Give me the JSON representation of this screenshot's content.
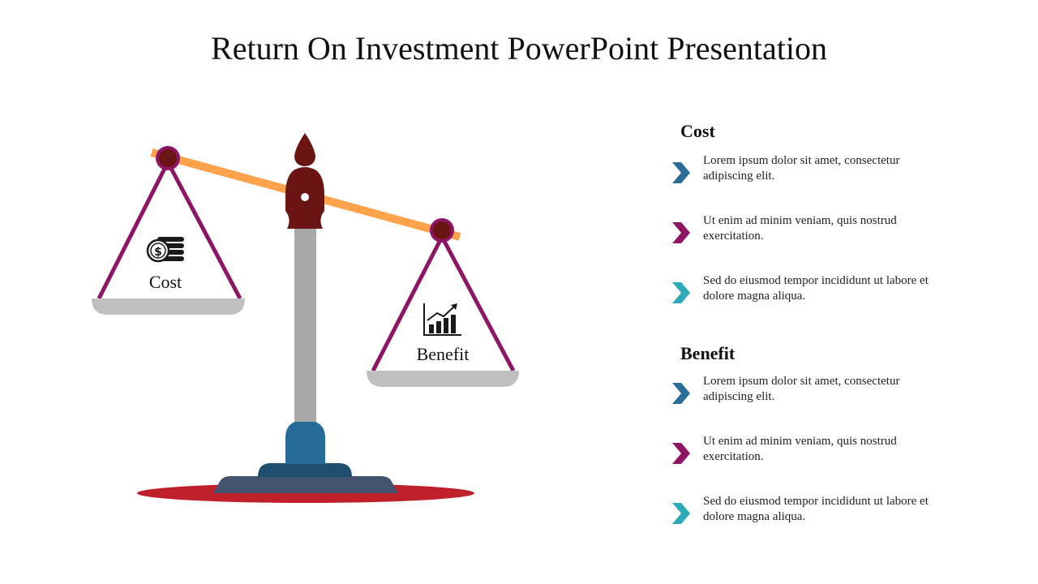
{
  "title": "Return On Investment PowerPoint Presentation",
  "scale": {
    "left_pan_label": "Cost",
    "right_pan_label": "Benefit",
    "left_pan_icon": "coins-dollar-icon",
    "right_pan_icon": "growth-bar-chart-icon",
    "colors": {
      "beam": "#FFA24C",
      "pivot": "#6B1414",
      "pivot_ring": "#8E1566",
      "string": "#8E1566",
      "pan": "#BFBFBF",
      "pillar": "#A9A9A9",
      "base_top": "#276B99",
      "base_mid": "#1F4E6E",
      "base_bottom": "#45546E",
      "floor": "#C0202A"
    }
  },
  "sections": [
    {
      "heading": "Cost",
      "items": [
        {
          "text": "Lorem ipsum dolor sit amet, consectetur adipiscing elit.",
          "color": "#2A6D97"
        },
        {
          "text": "Ut enim ad minim veniam, quis nostrud exercitation.",
          "color": "#8E1566"
        },
        {
          "text": "Sed do eiusmod tempor incididunt ut labore et dolore magna aliqua.",
          "color": "#2DA9B8"
        }
      ]
    },
    {
      "heading": "Benefit",
      "items": [
        {
          "text": "Lorem ipsum dolor sit amet, consectetur adipiscing elit.",
          "color": "#2A6D97"
        },
        {
          "text": "Ut enim ad minim veniam, quis nostrud exercitation.",
          "color": "#8E1566"
        },
        {
          "text": "Sed do eiusmod tempor incididunt ut labore et dolore magna aliqua.",
          "color": "#2DA9B8"
        }
      ]
    }
  ]
}
